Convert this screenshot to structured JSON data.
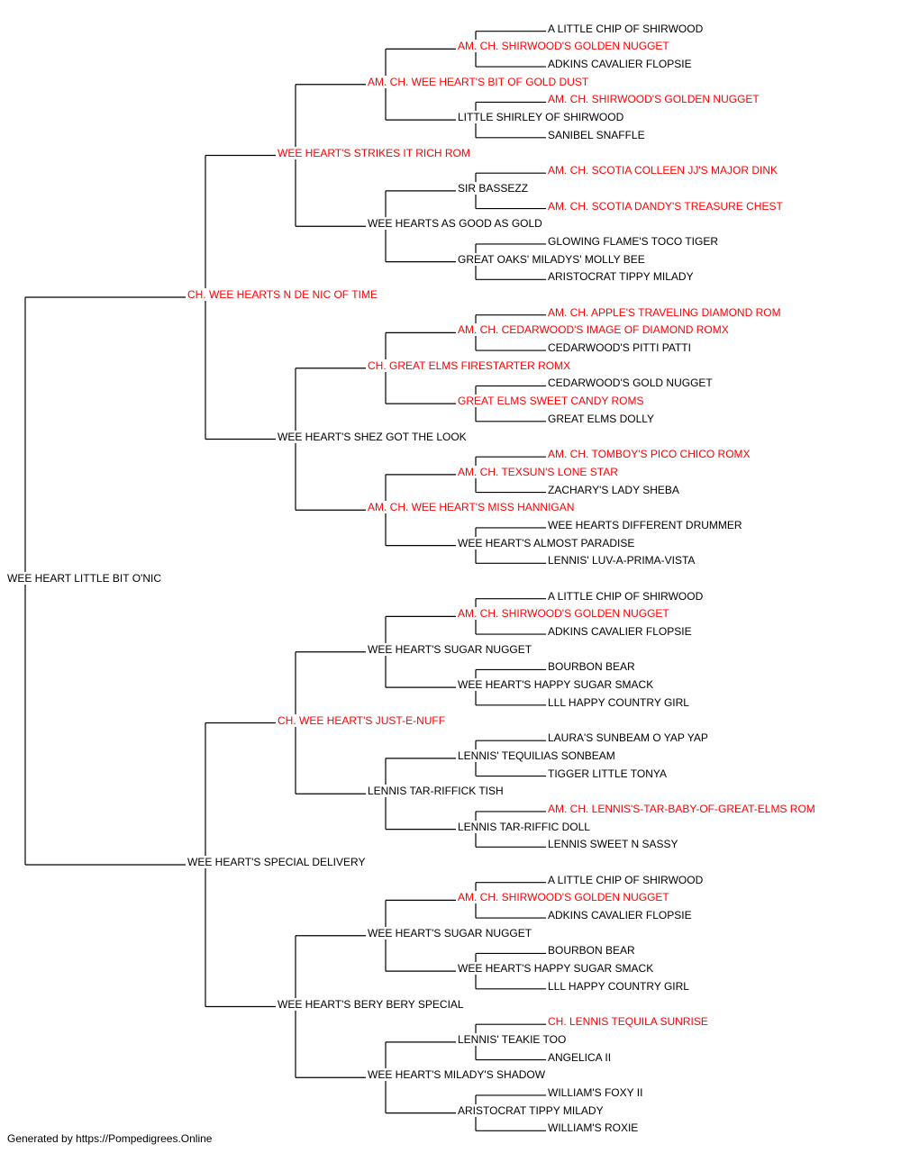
{
  "colors": {
    "champion": "#ff0000",
    "normal": "#000000",
    "line": "#000000"
  },
  "pedigree": {
    "name": "WEE HEART LITTLE BIT O'NIC",
    "champion": false,
    "sire": {
      "name": "CH. WEE HEARTS N DE NIC OF TIME",
      "champion": true,
      "sire": {
        "name": "WEE HEART'S STRIKES IT RICH ROM",
        "champion": true,
        "sire": {
          "name": "AM. CH. WEE HEART'S BIT OF GOLD DUST",
          "champion": true,
          "sire": {
            "name": "AM. CH. SHIRWOOD'S GOLDEN NUGGET",
            "champion": true,
            "sire": {
              "name": "A LITTLE CHIP OF SHIRWOOD",
              "champion": false
            },
            "dam": {
              "name": "ADKINS CAVALIER FLOPSIE",
              "champion": false
            }
          },
          "dam": {
            "name": "LITTLE SHIRLEY OF SHIRWOOD",
            "champion": false,
            "sire": {
              "name": "AM. CH. SHIRWOOD'S GOLDEN NUGGET",
              "champion": true
            },
            "dam": {
              "name": "SANIBEL SNAFFLE",
              "champion": false
            }
          }
        },
        "dam": {
          "name": "WEE HEARTS AS GOOD AS GOLD",
          "champion": false,
          "sire": {
            "name": "SIR BASSEZZ",
            "champion": false,
            "sire": {
              "name": "AM. CH. SCOTIA COLLEEN JJ'S MAJOR DINK",
              "champion": true
            },
            "dam": {
              "name": "AM. CH. SCOTIA DANDY'S TREASURE CHEST",
              "champion": true
            }
          },
          "dam": {
            "name": "GREAT OAKS' MILADYS' MOLLY BEE",
            "champion": false,
            "sire": {
              "name": "GLOWING FLAME'S TOCO TIGER",
              "champion": false
            },
            "dam": {
              "name": "ARISTOCRAT TIPPY MILADY",
              "champion": false
            }
          }
        }
      },
      "dam": {
        "name": "WEE HEART'S SHEZ GOT THE LOOK",
        "champion": false,
        "sire": {
          "name": "CH. GREAT ELMS FIRESTARTER ROMX",
          "champion": true,
          "sire": {
            "name": "AM. CH. CEDARWOOD'S IMAGE OF DIAMOND ROMX",
            "champion": true,
            "sire": {
              "name": "AM. CH. APPLE'S TRAVELING DIAMOND ROM",
              "champion": true
            },
            "dam": {
              "name": "CEDARWOOD'S PITTI PATTI",
              "champion": false
            }
          },
          "dam": {
            "name": "GREAT ELMS SWEET CANDY ROMS",
            "champion": true,
            "sire": {
              "name": "CEDARWOOD'S GOLD NUGGET",
              "champion": false
            },
            "dam": {
              "name": "GREAT ELMS DOLLY",
              "champion": false
            }
          }
        },
        "dam": {
          "name": "AM. CH. WEE HEART'S MISS HANNIGAN",
          "champion": true,
          "sire": {
            "name": "AM. CH. TEXSUN'S LONE STAR",
            "champion": true,
            "sire": {
              "name": "AM. CH. TOMBOY'S PICO CHICO ROMX",
              "champion": true
            },
            "dam": {
              "name": "ZACHARY'S LADY SHEBA",
              "champion": false
            }
          },
          "dam": {
            "name": "WEE HEART'S ALMOST PARADISE",
            "champion": false,
            "sire": {
              "name": "WEE HEARTS DIFFERENT DRUMMER",
              "champion": false
            },
            "dam": {
              "name": "LENNIS' LUV-A-PRIMA-VISTA",
              "champion": false
            }
          }
        }
      }
    },
    "dam": {
      "name": "WEE HEART'S SPECIAL DELIVERY",
      "champion": false,
      "sire": {
        "name": "CH. WEE HEART'S JUST-E-NUFF",
        "champion": true,
        "sire": {
          "name": "WEE HEART'S SUGAR NUGGET",
          "champion": false,
          "sire": {
            "name": "AM. CH. SHIRWOOD'S GOLDEN NUGGET",
            "champion": true,
            "sire": {
              "name": "A LITTLE CHIP OF SHIRWOOD",
              "champion": false
            },
            "dam": {
              "name": "ADKINS CAVALIER FLOPSIE",
              "champion": false
            }
          },
          "dam": {
            "name": "WEE HEART'S HAPPY SUGAR SMACK",
            "champion": false,
            "sire": {
              "name": "BOURBON BEAR",
              "champion": false
            },
            "dam": {
              "name": "LLL HAPPY COUNTRY GIRL",
              "champion": false
            }
          }
        },
        "dam": {
          "name": "LENNIS TAR-RIFFICK TISH",
          "champion": false,
          "sire": {
            "name": "LENNIS' TEQUILIAS SONBEAM",
            "champion": false,
            "sire": {
              "name": "LAURA'S SUNBEAM O YAP YAP",
              "champion": false
            },
            "dam": {
              "name": "TIGGER LITTLE TONYA",
              "champion": false
            }
          },
          "dam": {
            "name": "LENNIS TAR-RIFFIC DOLL",
            "champion": false,
            "sire": {
              "name": "AM. CH. LENNIS'S-TAR-BABY-OF-GREAT-ELMS ROM",
              "champion": true
            },
            "dam": {
              "name": "LENNIS SWEET N SASSY",
              "champion": false
            }
          }
        }
      },
      "dam": {
        "name": "WEE HEART'S BERY BERY SPECIAL",
        "champion": false,
        "sire": {
          "name": "WEE HEART'S SUGAR NUGGET",
          "champion": false,
          "sire": {
            "name": "AM. CH. SHIRWOOD'S GOLDEN NUGGET",
            "champion": true,
            "sire": {
              "name": "A LITTLE CHIP OF SHIRWOOD",
              "champion": false
            },
            "dam": {
              "name": "ADKINS CAVALIER FLOPSIE",
              "champion": false
            }
          },
          "dam": {
            "name": "WEE HEART'S HAPPY SUGAR SMACK",
            "champion": false,
            "sire": {
              "name": "BOURBON BEAR",
              "champion": false
            },
            "dam": {
              "name": "LLL HAPPY COUNTRY GIRL",
              "champion": false
            }
          }
        },
        "dam": {
          "name": "WEE HEART'S MILADY'S SHADOW",
          "champion": false,
          "sire": {
            "name": "LENNIS' TEAKIE TOO",
            "champion": false,
            "sire": {
              "name": "CH. LENNIS TEQUILA SUNRISE",
              "champion": true
            },
            "dam": {
              "name": "ANGELICA II",
              "champion": false
            }
          },
          "dam": {
            "name": "ARISTOCRAT TIPPY MILADY",
            "champion": false,
            "sire": {
              "name": "WILLIAM'S FOXY II",
              "champion": false
            },
            "dam": {
              "name": "WILLIAM'S ROXIE",
              "champion": false
            }
          }
        }
      }
    }
  },
  "footer": "Generated by https://Pompedigrees.Online"
}
